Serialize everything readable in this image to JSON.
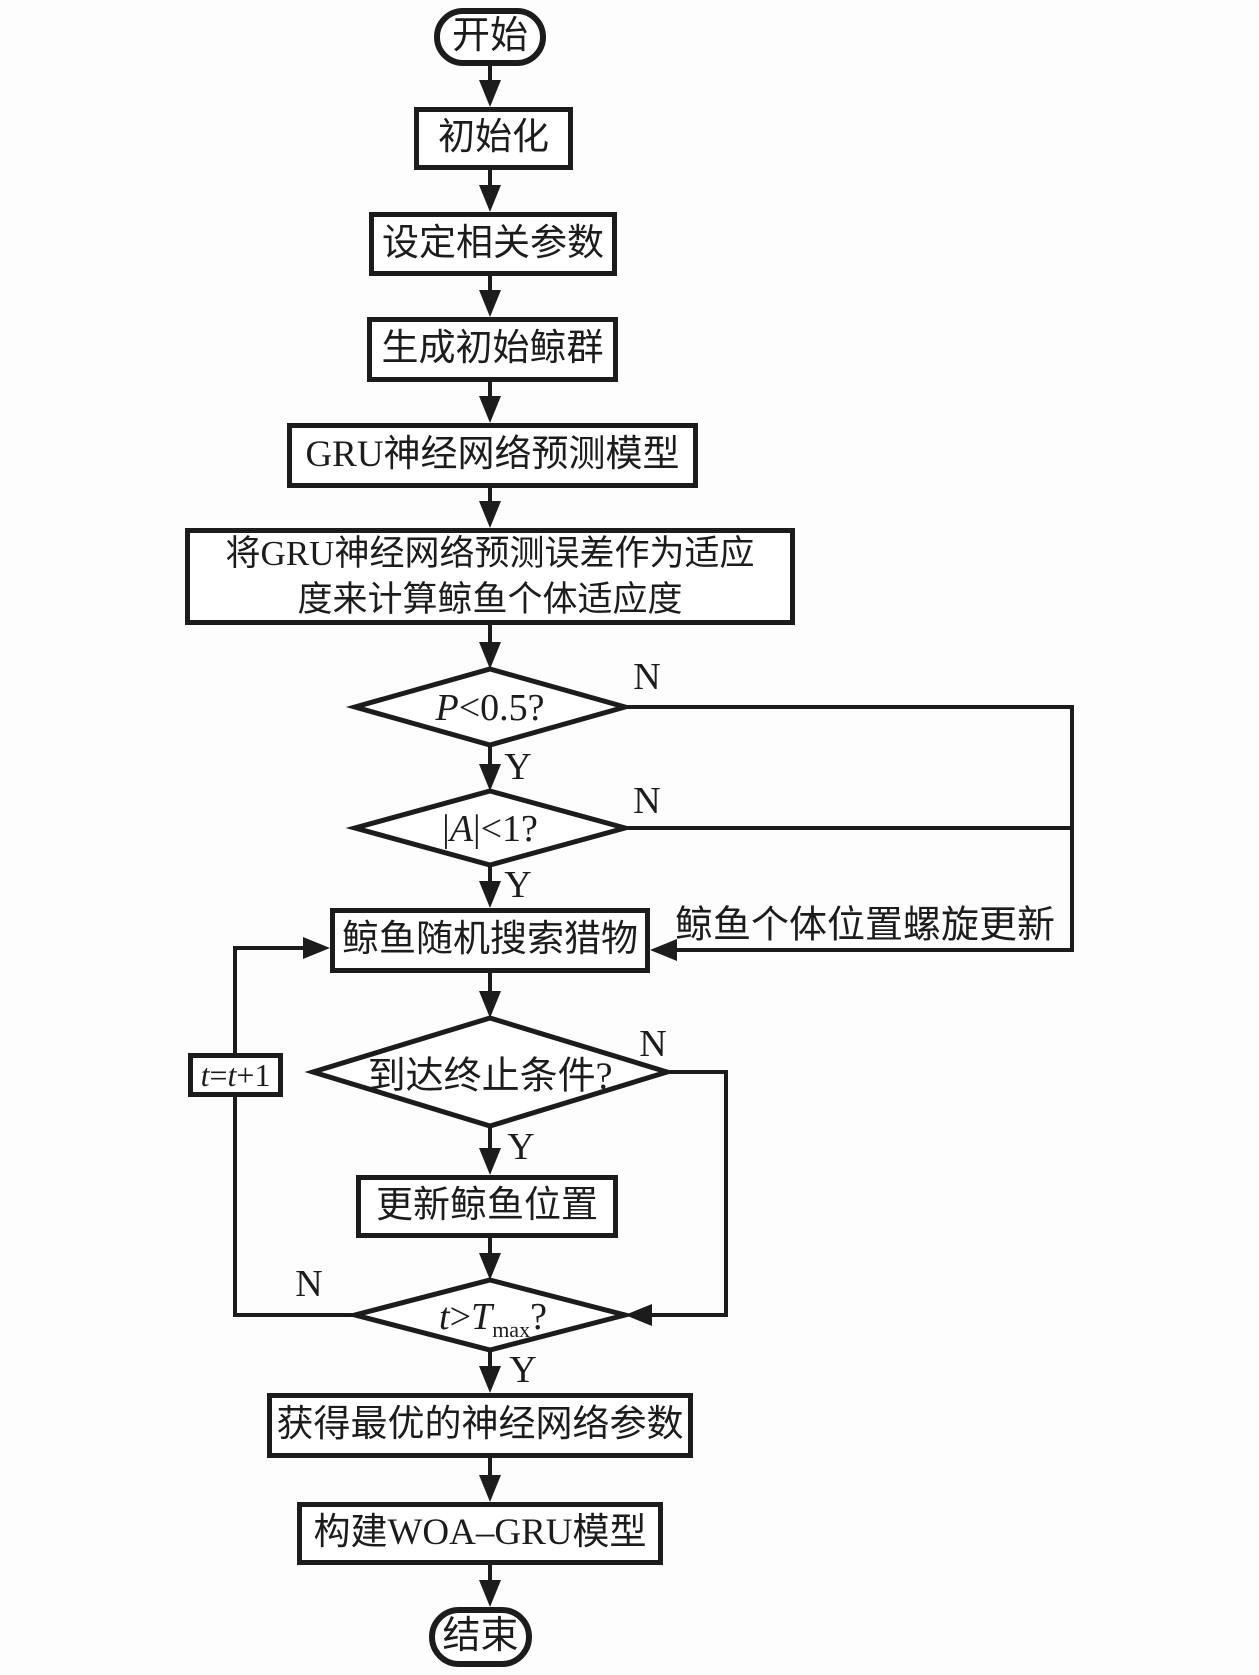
{
  "colors": {
    "ink": "#1c1c1c",
    "paper": "#fdfdfd",
    "node_fill": "#ffffff"
  },
  "flowchart": {
    "nodes": {
      "start": "开始",
      "init": "初始化",
      "set_params": "设定相关参数",
      "gen_population": "生成初始鲸群",
      "gru_model": "GRU神经网络预测模型",
      "fitness_line1": "将GRU神经网络预测误差作为适应",
      "fitness_line2": "度来计算鲸鱼个体适应度",
      "search_prey": "鲸鱼随机搜索猎物",
      "update_position": "更新鲸鱼位置",
      "best_params": "获得最优的神经网络参数",
      "build_model": "构建WOA–GRU模型",
      "end": "结束"
    },
    "decisions": {
      "p_condition": {
        "variable": "P",
        "comparison": "<0.5?"
      },
      "a_condition": {
        "open": "|",
        "variable": "A",
        "close": "|<1?"
      },
      "terminate_condition": "到达终止条件?",
      "tmax_condition": {
        "lhs": "t",
        "op": ">",
        "rhs": "T",
        "subscript": "max",
        "question": "?"
      }
    },
    "counter": {
      "lhs": "t",
      "eq": "=",
      "rhs": "t",
      "inc": "+1"
    },
    "branch_labels": {
      "yes": "Y",
      "no": "N"
    },
    "edge_label_spiral": "鲸鱼个体位置螺旋更新"
  }
}
